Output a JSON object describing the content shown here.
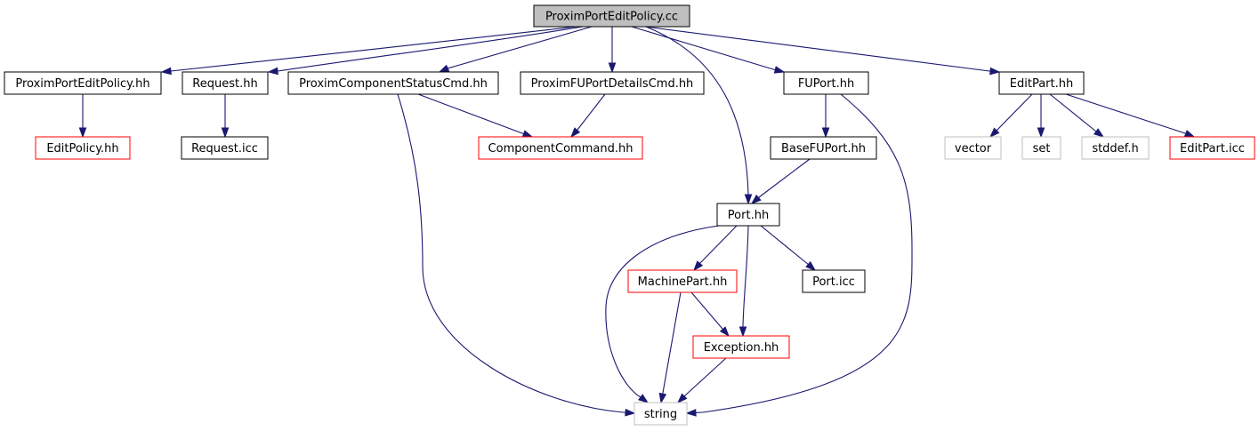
{
  "graph": {
    "colors": {
      "edge": "#191970",
      "border_black": "#000000",
      "border_red": "#ff0000",
      "border_gray": "#bfbfbf",
      "root_fill": "#bfbfbf",
      "node_fill": "#ffffff",
      "text": "#000000"
    },
    "nodes": [
      {
        "id": "root",
        "label": "ProximPortEditPolicy.cc",
        "style": "root"
      },
      {
        "id": "peph",
        "label": "ProximPortEditPolicy.hh",
        "style": "black"
      },
      {
        "id": "req",
        "label": "Request.hh",
        "style": "black"
      },
      {
        "id": "pcsc",
        "label": "ProximComponentStatusCmd.hh",
        "style": "black"
      },
      {
        "id": "pfpd",
        "label": "ProximFUPortDetailsCmd.hh",
        "style": "black"
      },
      {
        "id": "fuport",
        "label": "FUPort.hh",
        "style": "black"
      },
      {
        "id": "editpart",
        "label": "EditPart.hh",
        "style": "black"
      },
      {
        "id": "editpolicy",
        "label": "EditPolicy.hh",
        "style": "red"
      },
      {
        "id": "reqicc",
        "label": "Request.icc",
        "style": "black"
      },
      {
        "id": "compcmd",
        "label": "ComponentCommand.hh",
        "style": "red"
      },
      {
        "id": "basefu",
        "label": "BaseFUPort.hh",
        "style": "black"
      },
      {
        "id": "vector",
        "label": "vector",
        "style": "gray"
      },
      {
        "id": "set",
        "label": "set",
        "style": "gray"
      },
      {
        "id": "stddef",
        "label": "stddef.h",
        "style": "gray"
      },
      {
        "id": "epicc",
        "label": "EditPart.icc",
        "style": "red"
      },
      {
        "id": "port",
        "label": "Port.hh",
        "style": "black"
      },
      {
        "id": "machpart",
        "label": "MachinePart.hh",
        "style": "red"
      },
      {
        "id": "porticc",
        "label": "Port.icc",
        "style": "black"
      },
      {
        "id": "exc",
        "label": "Exception.hh",
        "style": "red"
      },
      {
        "id": "string",
        "label": "string",
        "style": "gray"
      }
    ],
    "edges": [
      {
        "from": "root",
        "to": "peph"
      },
      {
        "from": "root",
        "to": "req"
      },
      {
        "from": "root",
        "to": "pcsc"
      },
      {
        "from": "root",
        "to": "pfpd"
      },
      {
        "from": "root",
        "to": "fuport"
      },
      {
        "from": "root",
        "to": "editpart"
      },
      {
        "from": "root",
        "to": "port"
      },
      {
        "from": "peph",
        "to": "editpolicy"
      },
      {
        "from": "req",
        "to": "reqicc"
      },
      {
        "from": "pcsc",
        "to": "compcmd"
      },
      {
        "from": "pcsc",
        "to": "string"
      },
      {
        "from": "pfpd",
        "to": "compcmd"
      },
      {
        "from": "fuport",
        "to": "basefu"
      },
      {
        "from": "fuport",
        "to": "string"
      },
      {
        "from": "basefu",
        "to": "port"
      },
      {
        "from": "editpart",
        "to": "vector"
      },
      {
        "from": "editpart",
        "to": "set"
      },
      {
        "from": "editpart",
        "to": "stddef"
      },
      {
        "from": "editpart",
        "to": "epicc"
      },
      {
        "from": "port",
        "to": "machpart"
      },
      {
        "from": "port",
        "to": "porticc"
      },
      {
        "from": "port",
        "to": "exc"
      },
      {
        "from": "port",
        "to": "string"
      },
      {
        "from": "machpart",
        "to": "exc"
      },
      {
        "from": "machpart",
        "to": "string"
      },
      {
        "from": "exc",
        "to": "string"
      }
    ]
  }
}
